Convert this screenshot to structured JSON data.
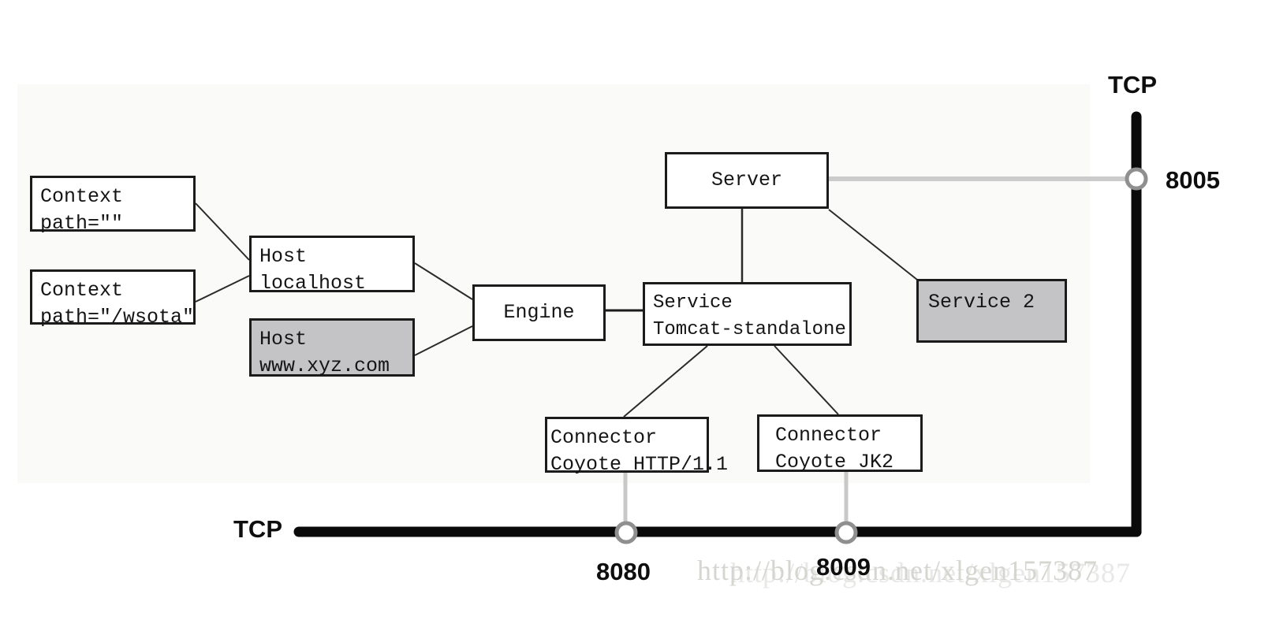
{
  "diagram": {
    "title_hint": "Tomcat server architecture diagram",
    "nodes": {
      "context_root": {
        "line1": "Context",
        "line2": "path=\"\""
      },
      "context_wsota": {
        "line1": "Context",
        "line2": "path=\"/wsota\""
      },
      "host_localhost": {
        "line1": "Host",
        "line2": "localhost"
      },
      "host_xyz": {
        "line1": "Host",
        "line2": "www.xyz.com"
      },
      "engine": {
        "line1": "Engine"
      },
      "service": {
        "line1": "Service",
        "line2": "Tomcat-standalone"
      },
      "server": {
        "line1": "Server"
      },
      "service2": {
        "line1": "Service 2"
      },
      "connector_http": {
        "line1": "Connector",
        "line2": "Coyote HTTP/1.1"
      },
      "connector_jk2": {
        "line1": "Connector",
        "line2": "Coyote JK2"
      }
    },
    "labels": {
      "tcp_top": "TCP",
      "tcp_bottom": "TCP",
      "port_8005": "8005",
      "port_8080": "8080",
      "port_8009": "8009"
    },
    "colors": {
      "node_gray_fill": "#c4c4c6",
      "thick_line_black": "#0a0a0a",
      "gray_connector_line": "#cbcbcb",
      "port_ring_gray": "#8f8f8f",
      "panel_background": "#fafaf8",
      "watermark_gray": "#d6d6d1"
    }
  },
  "watermark": {
    "text": "http://blog.csdn.net/xlgen157387"
  }
}
